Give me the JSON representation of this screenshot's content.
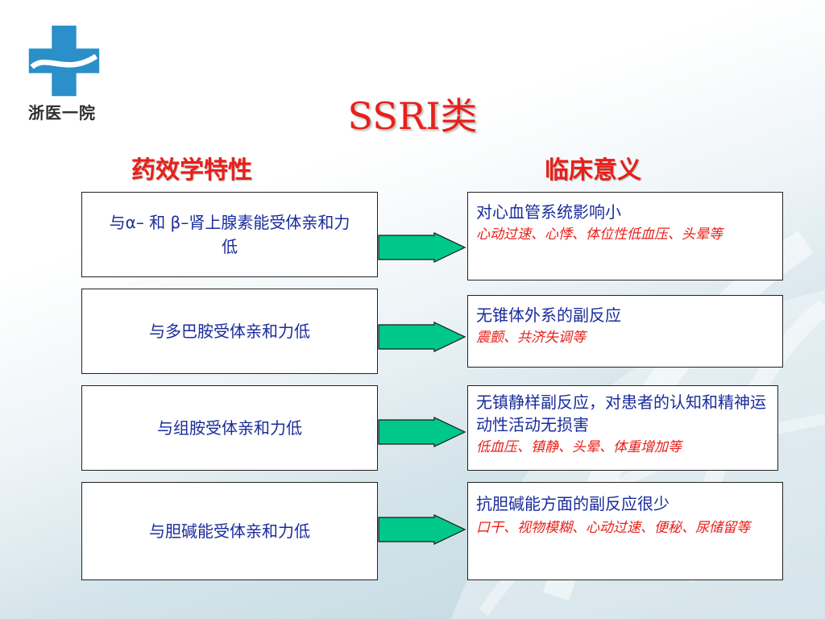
{
  "logo": {
    "text": "浙医一院",
    "color": "#2b8fc9"
  },
  "title": "SSRI类",
  "columns": {
    "left_header": "药效学特性",
    "right_header": "临床意义"
  },
  "rows": [
    {
      "left": "与α– 和 β–肾上腺素能受体亲和力低",
      "right_main": "对心血管系统影响小",
      "right_sub": "心动过速、心悸、体位性低血压、头晕等"
    },
    {
      "left": "与多巴胺受体亲和力低",
      "right_main": "无锥体外系的副反应",
      "right_sub": "震颤、共济失调等"
    },
    {
      "left": "与组胺受体亲和力低",
      "right_main": "无镇静样副反应，对患者的认知和精神运动性活动无损害",
      "right_sub": "低血压、镇静、头晕、体重增加等"
    },
    {
      "left": "与胆碱能受体亲和力低",
      "right_main": "抗胆碱能方面的副反应很少",
      "right_sub": "口干、视物模糊、心动过速、便秘、尿储留等"
    }
  ],
  "colors": {
    "title": "#e8201a",
    "body_text": "#1a2c9c",
    "sub_text": "#e8201a",
    "arrow": "#00c88a"
  }
}
